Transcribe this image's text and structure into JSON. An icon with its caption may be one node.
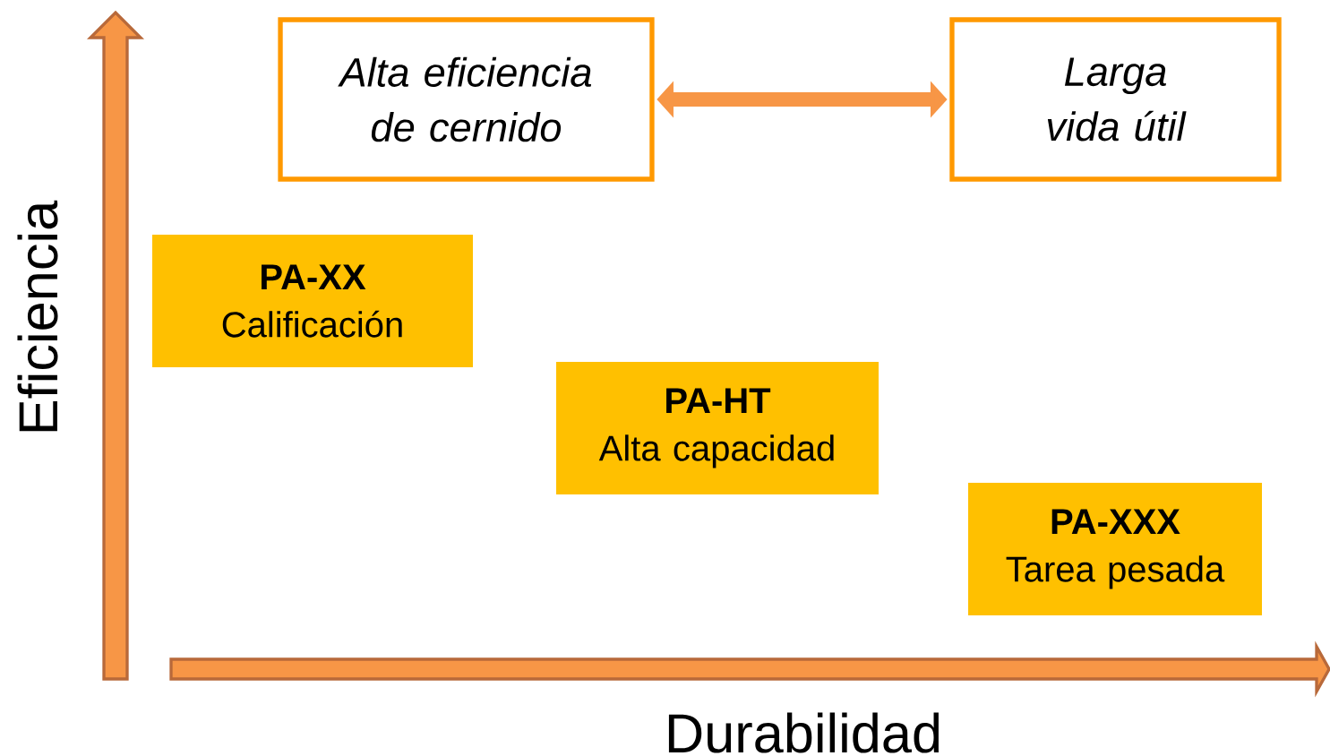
{
  "diagram": {
    "nodes": [
      {
        "text": [
          "Alta eficiencia de cernido"
        ]
      },
      {
        "text": [
          "Larga vida útil"
        ]
      },
      {
        "text": [
          "PA-XX",
          "Calificación"
        ]
      },
      {
        "text": [
          "PA-HT",
          "Alta capacidad"
        ]
      },
      {
        "text": [
          "PA-XXX",
          "Tarea pesada"
        ]
      }
    ],
    "edges": [
      {
        "from": 0,
        "to": 1,
        "arrow": "both"
      }
    ],
    "labels": [
      "Eficiencia",
      "Durabilidad"
    ]
  }
}
